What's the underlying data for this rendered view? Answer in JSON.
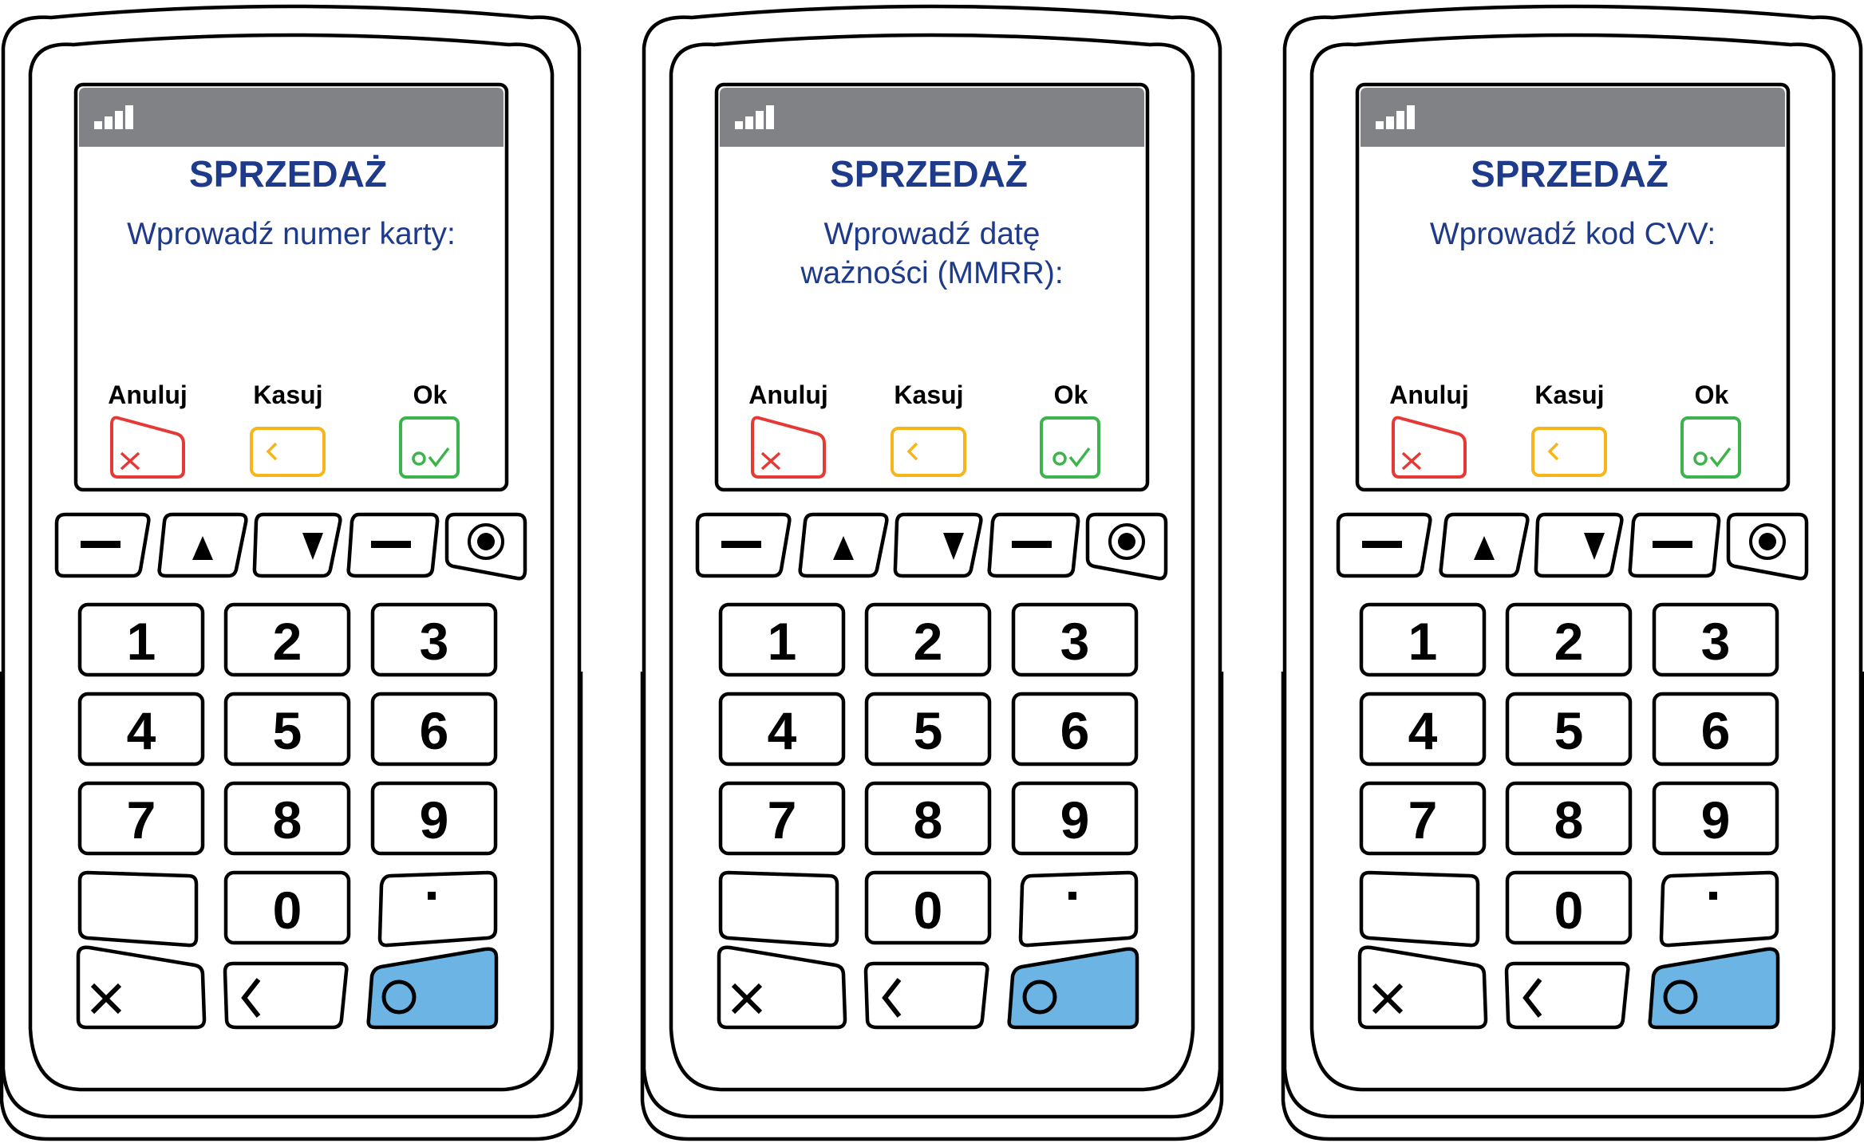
{
  "colors": {
    "outline": "#000000",
    "status_bar": "#808285",
    "screen_text": "#1e3a8a",
    "cancel": "#e53935",
    "clear": "#f5b51b",
    "ok": "#3cb44b",
    "confirm_key": "#6cb4e4"
  },
  "terminals": [
    {
      "title": "SPRZEDAŻ",
      "prompt_lines": [
        "Wprowadź numer karty:"
      ],
      "softkeys": [
        {
          "label": "Anuluj",
          "icon": "cancel-x-icon"
        },
        {
          "label": "Kasuj",
          "icon": "backspace-icon"
        },
        {
          "label": "Ok",
          "icon": "ok-check-icon"
        }
      ]
    },
    {
      "title": "SPRZEDAŻ",
      "prompt_lines": [
        "Wprowadź datę",
        "ważności (MMRR):"
      ],
      "softkeys": [
        {
          "label": "Anuluj",
          "icon": "cancel-x-icon"
        },
        {
          "label": "Kasuj",
          "icon": "backspace-icon"
        },
        {
          "label": "Ok",
          "icon": "ok-check-icon"
        }
      ]
    },
    {
      "title": "SPRZEDAŻ",
      "prompt_lines": [
        "Wprowadź kod CVV:"
      ],
      "softkeys": [
        {
          "label": "Anuluj",
          "icon": "cancel-x-icon"
        },
        {
          "label": "Kasuj",
          "icon": "backspace-icon"
        },
        {
          "label": "Ok",
          "icon": "ok-check-icon"
        }
      ]
    }
  ],
  "keypad": {
    "nav_keys": [
      "minus-left-icon",
      "arrow-up-icon",
      "arrow-down-icon",
      "minus-right-icon",
      "power-icon"
    ],
    "digit_rows": [
      [
        "1",
        "2",
        "3"
      ],
      [
        "4",
        "5",
        "6"
      ],
      [
        "7",
        "8",
        "9"
      ]
    ],
    "bottom_row": [
      "",
      "0",
      "·"
    ],
    "function_keys": [
      "cancel-x-icon",
      "backspace-chevron-icon",
      "confirm-circle-icon"
    ]
  }
}
